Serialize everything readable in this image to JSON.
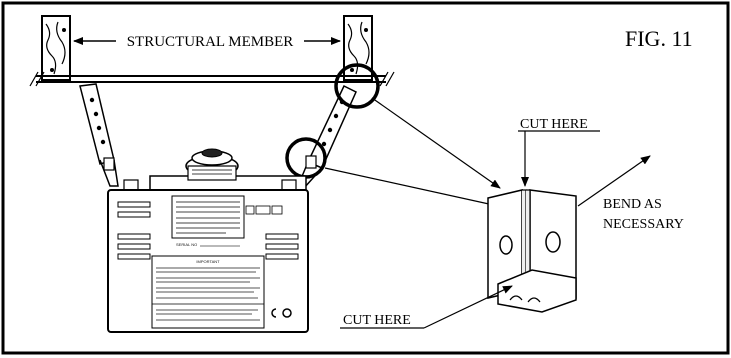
{
  "figure_label": "FIG. 11",
  "labels": {
    "structural_member": "STRUCTURAL MEMBER",
    "cut_here_top": "CUT HERE",
    "cut_here_bottom": "CUT HERE",
    "bend_line1": "BEND AS",
    "bend_line2": "NECESSARY"
  },
  "opener_panel": {
    "important": "IMPORTANT",
    "serial": "SERIAL NO"
  }
}
